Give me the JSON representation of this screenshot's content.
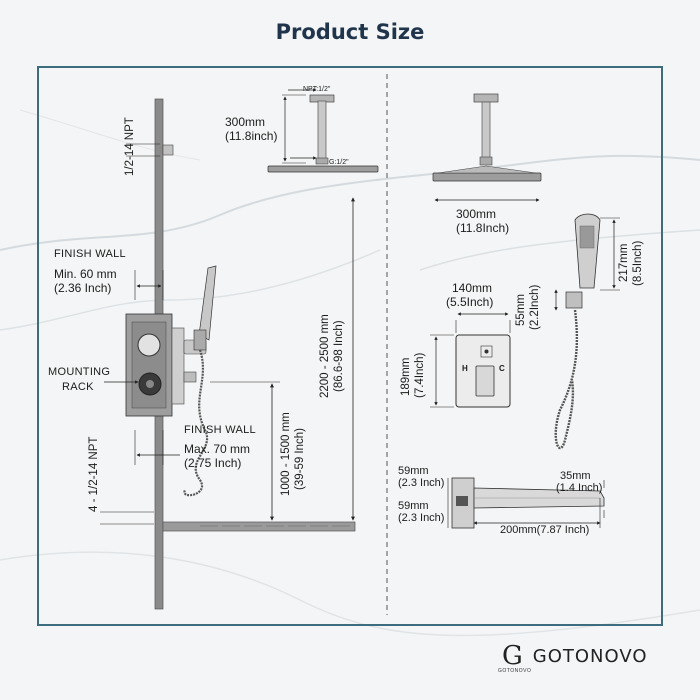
{
  "title": "Product Size",
  "left": {
    "npt_top": "NPT:1/2\"",
    "arm_length": "300mm",
    "arm_length_inch": "(11.8inch)",
    "g_thread": "G:1/2\"",
    "npt_side_top": "1/2-14 NPT",
    "finish_wall_1": "FINISH  WALL",
    "min_depth": "Min. 60 mm",
    "min_depth_inch": "(2.36 Inch)",
    "mounting_line1": "MOUNTING",
    "mounting_line2": "RACK",
    "finish_wall_2": "FINISH  WALL",
    "max_depth": "Max. 70 mm",
    "max_depth_inch": "(2.75 Inch)",
    "npt_side_bottom": "4 - 1/2-14 NPT",
    "total_height": "2200 - 2500 mm",
    "total_height_inch": "(86.6-98 Inch)",
    "valve_height": "1000 - 1500 mm",
    "valve_height_inch": "(39-59 Inch)"
  },
  "right": {
    "showerhead_width": "300mm",
    "showerhead_width_inch": "(11.8Inch)",
    "handheld_length": "217mm",
    "handheld_length_inch": "(8.5Inch)",
    "plate_width": "140mm",
    "plate_width_inch": "(5.5Inch)",
    "holder_height": "55mm",
    "holder_height_inch": "(2.2Inch)",
    "plate_height": "189mm",
    "plate_height_inch": "(7.4Inch)",
    "plate_marks": [
      "H",
      "C"
    ],
    "spout_h1": "59mm",
    "spout_h1_inch": "(2.3 Inch)",
    "spout_h2": "59mm",
    "spout_h2_inch": "(2.3 Inch)",
    "spout_thick": "35mm",
    "spout_thick_inch": "(1.4 Inch)",
    "spout_length": "200mm(7.87 Inch)"
  },
  "brand": {
    "logo_letter": "G",
    "logo_sub": "GOTONOVO",
    "name": "GOTONOVO"
  }
}
